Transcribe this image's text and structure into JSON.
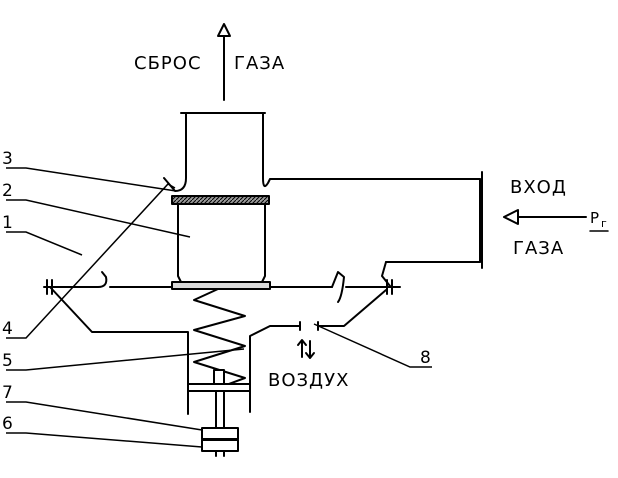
{
  "labels": {
    "exhaust_word1": "СБРОС",
    "exhaust_word2": "ГАЗА",
    "inlet_word1": "ВХОД",
    "inlet_word2": "ГАЗА",
    "pressure": "P",
    "pressure_sub": "г",
    "air": "ВОЗДУХ"
  },
  "callouts": [
    "1",
    "2",
    "3",
    "4",
    "5",
    "6",
    "7",
    "8"
  ],
  "colors": {
    "ink": "#000000",
    "background": "#ffffff",
    "hatch": "#6a6a6a"
  }
}
